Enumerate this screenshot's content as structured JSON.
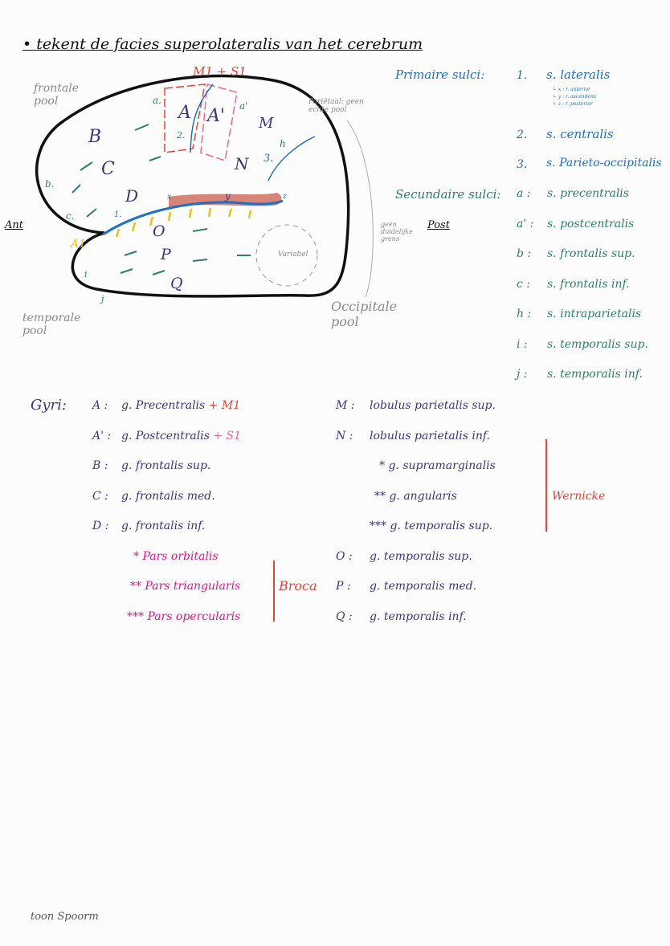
{
  "title": "tekent de facies superolateralis van het cerebrum",
  "diagram": {
    "labels": {
      "m1_s1": "M1 + S1",
      "frontal_pole": "frontale pool",
      "parietal_pole": "Pariëtaal: geen echte pool",
      "temporal_pole": "temporale pool",
      "occipital_pole": "Occipitale pool",
      "no_clear_border": "geen duidelijke grens",
      "variable": "Variabel",
      "ant": "Ant",
      "post": "Post"
    },
    "regions": [
      "A",
      "A'",
      "B",
      "C",
      "D",
      "M",
      "N",
      "O",
      "P",
      "Q",
      "A1"
    ],
    "sulci_marks": [
      "a.",
      "a'",
      "b.",
      "c.",
      "h",
      "i",
      "j",
      "1.",
      "2.",
      "3.",
      "x",
      "y",
      "z"
    ]
  },
  "primary_sulci": {
    "heading": "Primaire sulci:",
    "items": [
      {
        "num": "1.",
        "label": "s. lateralis",
        "sub": [
          "↳ x : r. anterior",
          "↳ y : r. ascendens",
          "↳ z : r. posterior"
        ]
      },
      {
        "num": "2.",
        "label": "s. centralis"
      },
      {
        "num": "3.",
        "label": "s. Parieto-occipitalis"
      }
    ]
  },
  "secondary_sulci": {
    "heading": "Secundaire sulci:",
    "items": [
      {
        "key": "a :",
        "label": "s. precentralis"
      },
      {
        "key": "a' :",
        "label": "s. postcentralis"
      },
      {
        "key": "b :",
        "label": "s. frontalis sup."
      },
      {
        "key": "c :",
        "label": "s. frontalis inf."
      },
      {
        "key": "h :",
        "label": "s. intraparietalis"
      },
      {
        "key": "i :",
        "label": "s. temporalis sup."
      },
      {
        "key": "j :",
        "label": "s. temporalis inf."
      }
    ]
  },
  "gyri": {
    "heading": "Gyri:",
    "left": [
      {
        "key": "A :",
        "label": "g. Precentralis",
        "extra": "+ M1"
      },
      {
        "key": "A' :",
        "label": "g. Postcentralis",
        "extra": "+ S1"
      },
      {
        "key": "B :",
        "label": "g. frontalis sup."
      },
      {
        "key": "C :",
        "label": "g. frontalis med."
      },
      {
        "key": "D :",
        "label": "g. frontalis inf."
      }
    ],
    "broca_parts": [
      "* Pars orbitalis",
      "** Pars triangularis",
      "*** Pars opercularis"
    ],
    "broca": "Broca",
    "right": [
      {
        "key": "M :",
        "label": "lobulus parietalis sup."
      },
      {
        "key": "N :",
        "label": "lobulus parietalis inf."
      },
      {
        "key": "",
        "label": "* g. supramarginalis"
      },
      {
        "key": "",
        "label": "** g. angularis"
      },
      {
        "key": "",
        "label": "*** g. temporalis sup."
      },
      {
        "key": "O :",
        "label": "g. temporalis sup."
      },
      {
        "key": "P :",
        "label": "g. temporalis med."
      },
      {
        "key": "Q :",
        "label": "g. temporalis inf."
      }
    ],
    "wernicke": "Wernicke"
  },
  "footer": "toon Spoorm"
}
